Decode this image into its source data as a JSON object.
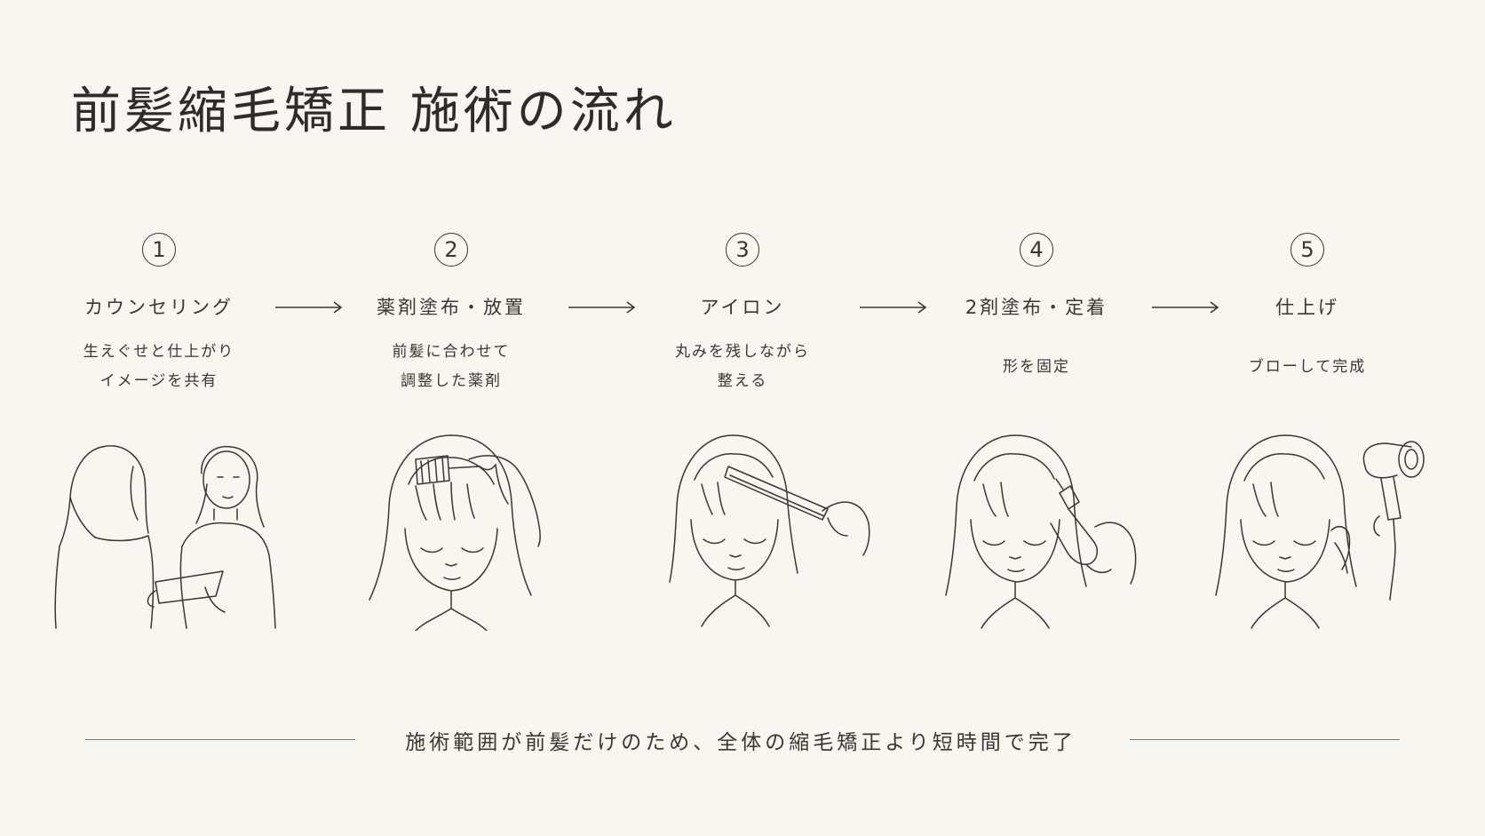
{
  "title": "前髪縮毛矯正 施術の流れ",
  "steps": [
    {
      "number": "1",
      "name": "カウンセリング",
      "desc": [
        "生えぐせと仕上がり",
        "イメージを共有"
      ]
    },
    {
      "number": "2",
      "name": "薬剤塗布・放置",
      "desc": [
        "前髪に合わせて",
        "調整した薬剤"
      ]
    },
    {
      "number": "3",
      "name": "アイロン",
      "desc": [
        "丸みを残しながら",
        "整える"
      ]
    },
    {
      "number": "4",
      "name": "2剤塗布・定着",
      "desc": [
        "形を固定"
      ]
    },
    {
      "number": "5",
      "name": "仕上げ",
      "desc": [
        "ブローして完成"
      ]
    }
  ],
  "footer": "施術範囲が前髪だけのため、全体の縮毛矯正より短時間で完了",
  "colors": {
    "background": "#f8f6f1",
    "ink": "#3a3632"
  }
}
